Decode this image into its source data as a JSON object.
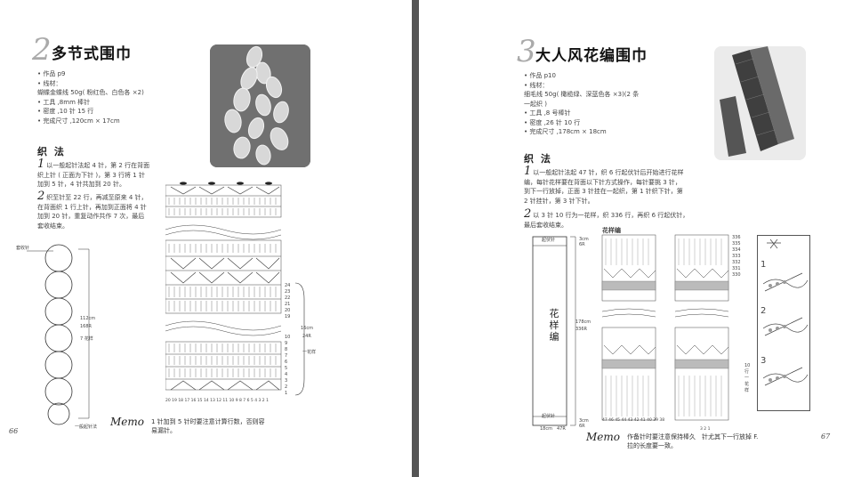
{
  "left": {
    "number": "2",
    "title": "多节式围巾",
    "info": [
      "• 作品 p9",
      "• 线材：",
      "蝴蝶金蝶线 50g( 粉红色、白色各 ×2)",
      "• 工具 ,8mm 棒针",
      "• 密度 ,10 针 15 行",
      "• 完成尺寸 ,120cm × 17cm"
    ],
    "section": "织 法",
    "step1_num": "1",
    "step1": [
      "以一般起针法起 4 针，第 2 行在背面",
      "织上针 ( 正面为下针 )，第 3 行将 1 针",
      "加到 5 针，4 针共加到 20 针。"
    ],
    "step2_num": "2",
    "step2": [
      "织至针至 22 行，再减至原来 4 针，",
      "在背面织 1 行上针，再加到正面将 4 针",
      "加到 20 针，重复动作共作 7 次，最后",
      "套收结束。"
    ],
    "diagram": {
      "top_label": "套收针",
      "bottom_label": "一般起针法",
      "dims": [
        "112cm",
        "168R",
        "7 花样"
      ],
      "right_dims": [
        "16cm",
        "24R",
        "一花样"
      ],
      "row_nums_top": [
        "24",
        "23",
        "22",
        "21",
        "20",
        "19"
      ],
      "row_nums_bottom": [
        "10",
        "9",
        "8",
        "7",
        "6",
        "5",
        "4",
        "3",
        "2",
        "1"
      ],
      "col_nums": "20 19 18 17 16 15 14 13 12 11 10 9 8 7 6 5 4 3 2 1"
    },
    "memo_label": "Memo",
    "memo": [
      "1 针加到 5 针时要注意计算行数，否则容",
      "易漏针。"
    ],
    "page_num": "66"
  },
  "right": {
    "number": "3",
    "title": "大人风花编围巾",
    "info": [
      "• 作品 p10",
      "• 线材：",
      "细毛线 50g( 橄榄绿、深蓝色各 ×3)(2 条",
      "一起织 )",
      "• 工具 ,8 号棒针",
      "• 密度 ,26 针 10 行",
      "• 完成尺寸 ,178cm × 18cm"
    ],
    "section": "织 法",
    "step1_num": "1",
    "step1": [
      "以一般起针法起 47 针，织 6 行起伏针后开始进行花样",
      "编，每针花样要在背面以下针方式操作，每针要挑 3 针，",
      "到下一行放掉，正面 3 针挂在一起织，第 1 针织下针，第",
      "2 针挂针，第 3 针下针。"
    ],
    "step2_num": "2",
    "step2": [
      "以 3 针 10 行为一花样，织 336 行，再织 6 行起伏针，",
      "最后套收结束。"
    ],
    "diagram": {
      "chart_title": "花样编",
      "top_label": "起伏针",
      "bottom_label": "起伏针",
      "center_label": "花样编",
      "dims_top": [
        "3cm",
        "6R"
      ],
      "dims_mid": [
        "178cm",
        "336R"
      ],
      "dims_bottom": [
        "3cm",
        "6R"
      ],
      "width_label": "18cm　47R",
      "row_nums": [
        "336",
        "335",
        "334",
        "333",
        "332",
        "331",
        "330"
      ],
      "side_label": [
        "10",
        "行",
        "一",
        "花",
        "样"
      ],
      "col_nums": "47 46 45 44 43 42 41 40 39 38",
      "col_nums2": "3 2 1",
      "steps": [
        "1",
        "2",
        "3"
      ]
    },
    "memo_label": "Memo",
    "memo": [
      "作备针时要注意保持棒久　针尤其下一行放掉 F.",
      "拉的长度要一致。"
    ],
    "page_num": "67"
  }
}
